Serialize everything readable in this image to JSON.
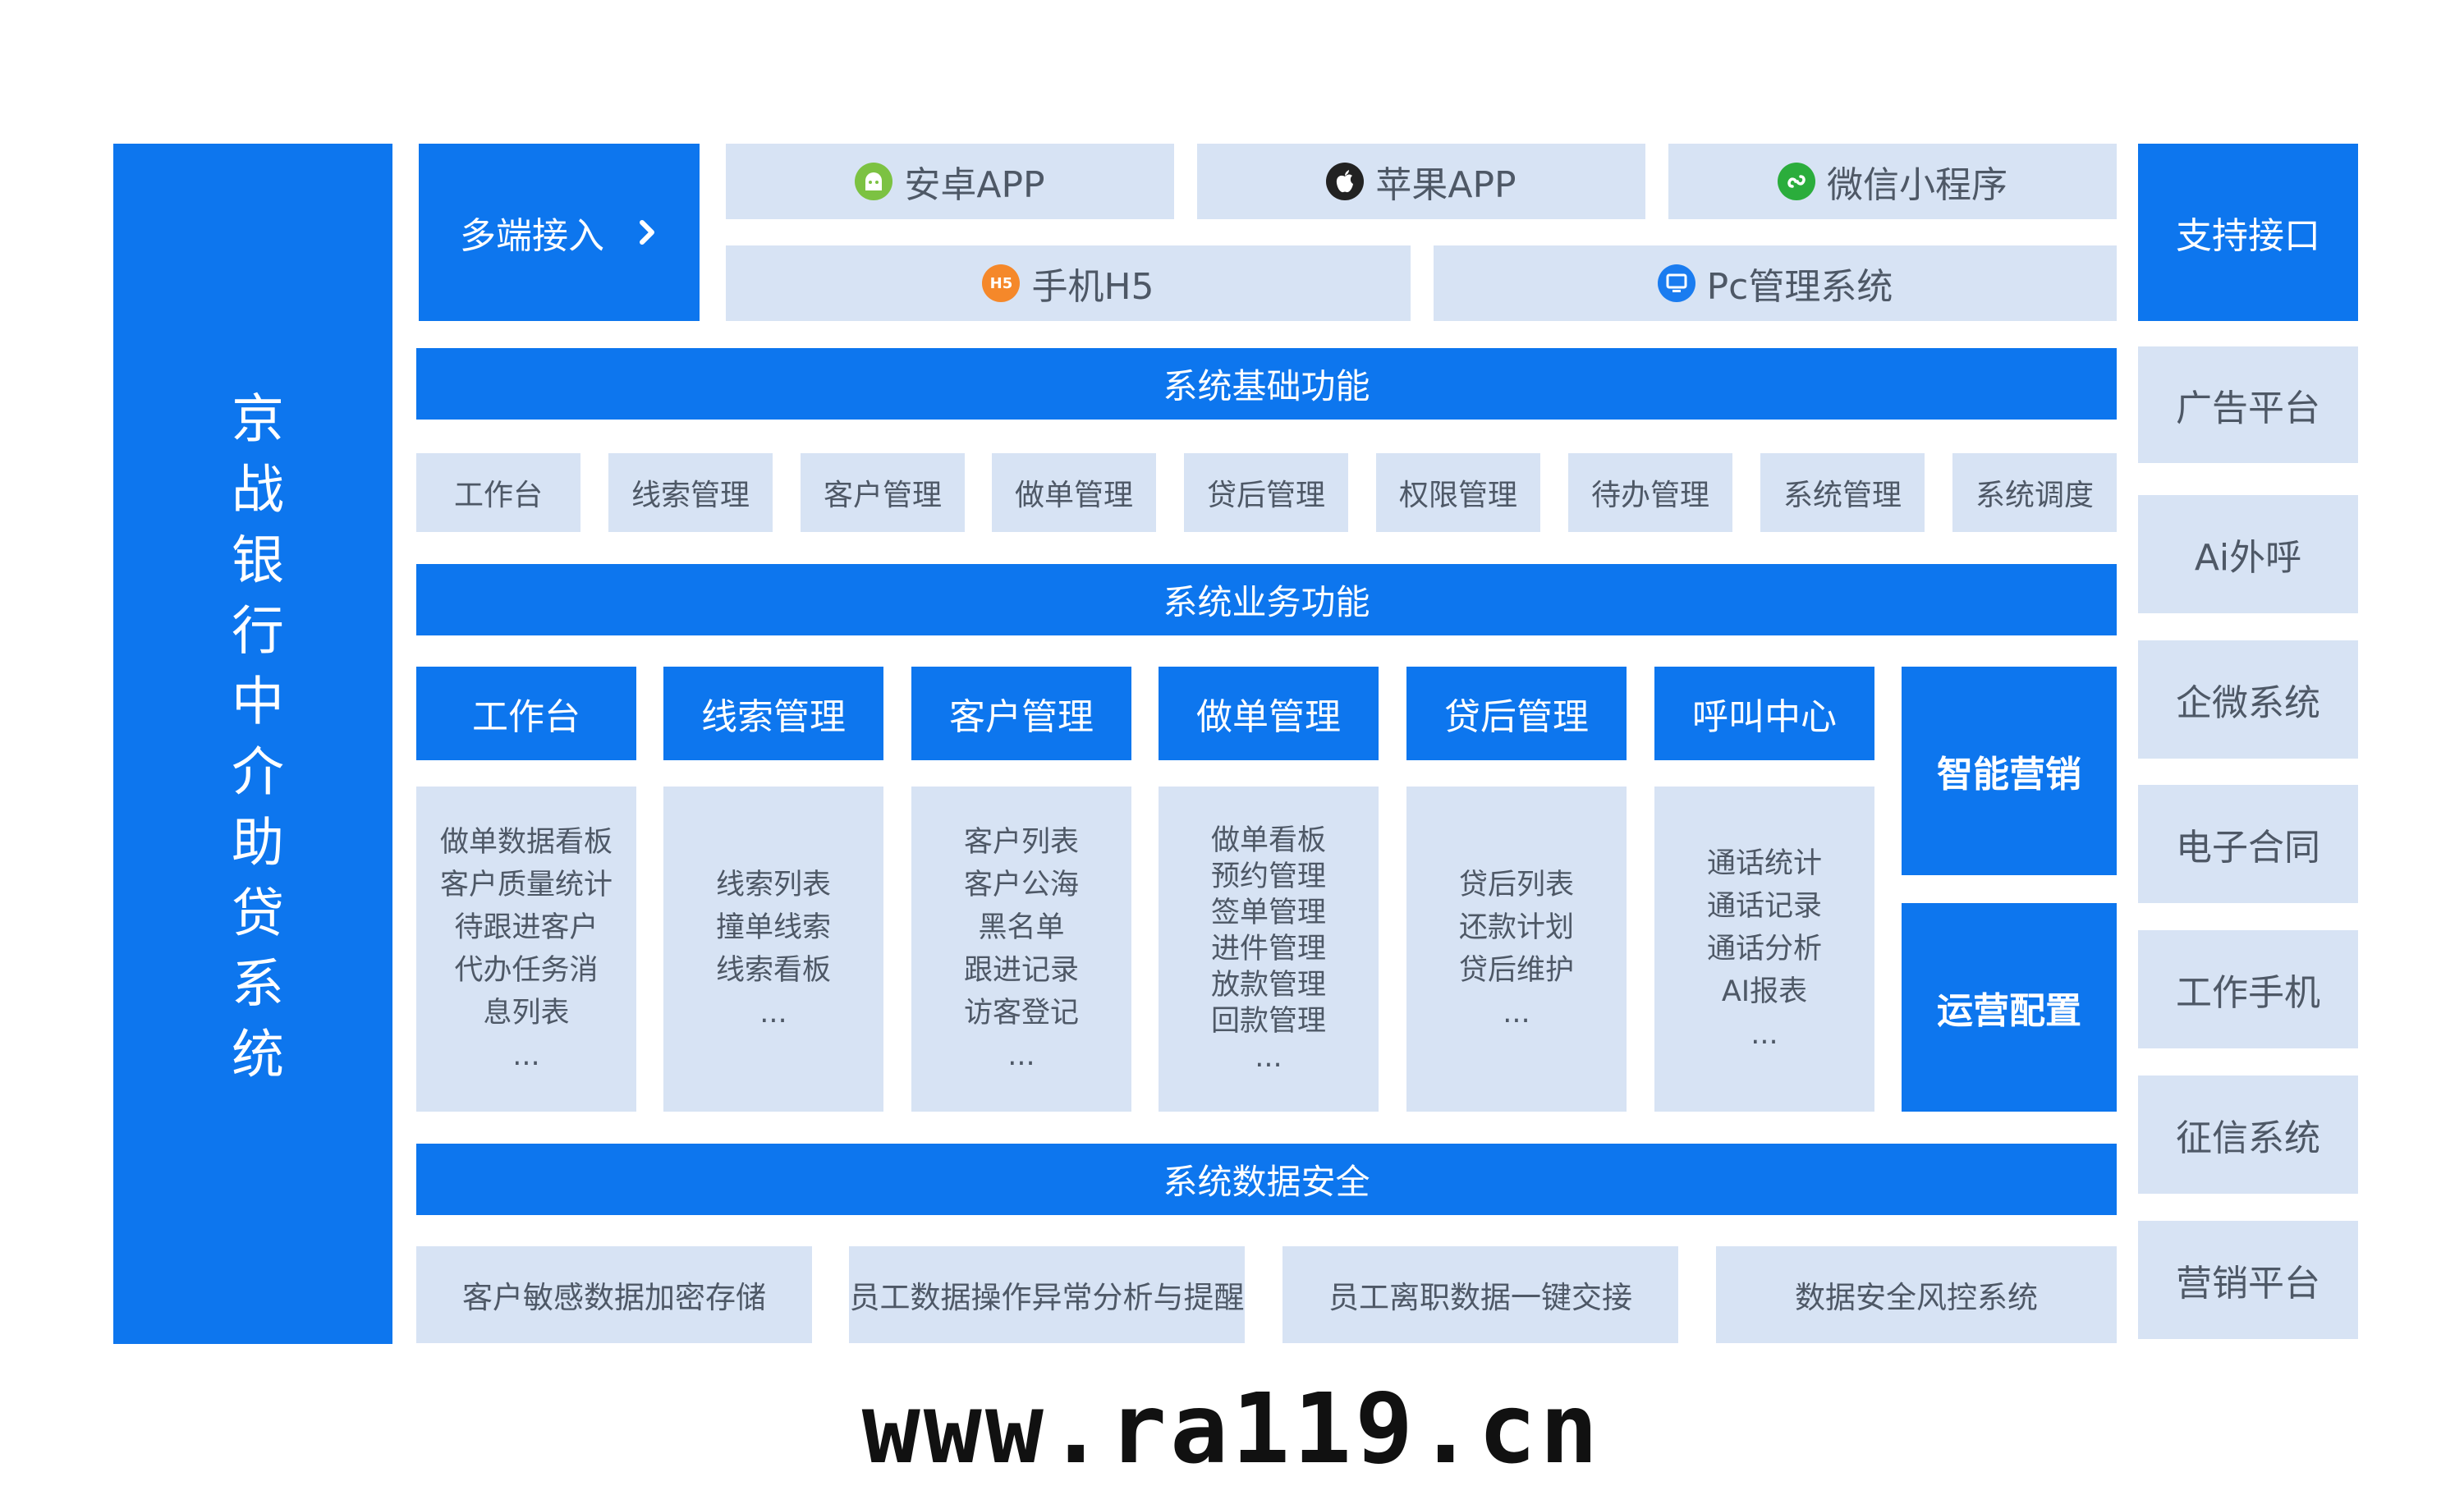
{
  "title": "京战银行中介助贷系统",
  "access": {
    "label": "多端接入",
    "items_top": [
      {
        "label": "安卓APP",
        "icon": "android-icon",
        "color": "#7cc242"
      },
      {
        "label": "苹果APP",
        "icon": "apple-icon",
        "color": "#222222"
      },
      {
        "label": "微信小程序",
        "icon": "wechat-miniprogram-icon",
        "color": "#2bad3c"
      }
    ],
    "items_bottom": [
      {
        "label": "手机H5",
        "icon": "h5-icon",
        "icon_text": "H5",
        "color": "#f5882a"
      },
      {
        "label": "Pc管理系统",
        "icon": "pc-monitor-icon",
        "color": "#1a7cf0"
      }
    ]
  },
  "basic": {
    "header": "系统基础功能",
    "items": [
      "工作台",
      "线索管理",
      "客户管理",
      "做单管理",
      "贷后管理",
      "权限管理",
      "待办管理",
      "系统管理",
      "系统调度"
    ]
  },
  "business": {
    "header": "系统业务功能",
    "modules": [
      {
        "title": "工作台",
        "items": "做单数据看板\n客户质量统计\n待跟进客户\n代办任务消\n息列表\n..."
      },
      {
        "title": "线索管理",
        "items": "线索列表\n撞单线索\n线索看板\n..."
      },
      {
        "title": "客户管理",
        "items": "客户列表\n客户公海\n黑名单\n跟进记录\n访客登记\n..."
      },
      {
        "title": "做单管理",
        "items": "做单看板\n预约管理\n签单管理\n进件管理\n放款管理\n回款管理\n..."
      },
      {
        "title": "贷后管理",
        "items": "贷后列表\n还款计划\n贷后维护\n..."
      },
      {
        "title": "呼叫中心",
        "items": "通话统计\n通话记录\n通话分析\nAI报表\n..."
      }
    ],
    "smart_marketing": "智能营销",
    "operation_config": "运营配置"
  },
  "security": {
    "header": "系统数据安全",
    "items": [
      "客户敏感数据加密存储",
      "员工数据操作异常分析与提醒",
      "员工离职数据一键交接",
      "数据安全风控系统"
    ]
  },
  "support": {
    "header": "支持接口",
    "items": [
      "广告平台",
      "Ai外呼",
      "企微系统",
      "电子合同",
      "工作手机",
      "征信系统",
      "营销平台"
    ]
  },
  "footer_url": "www.ra119.cn"
}
